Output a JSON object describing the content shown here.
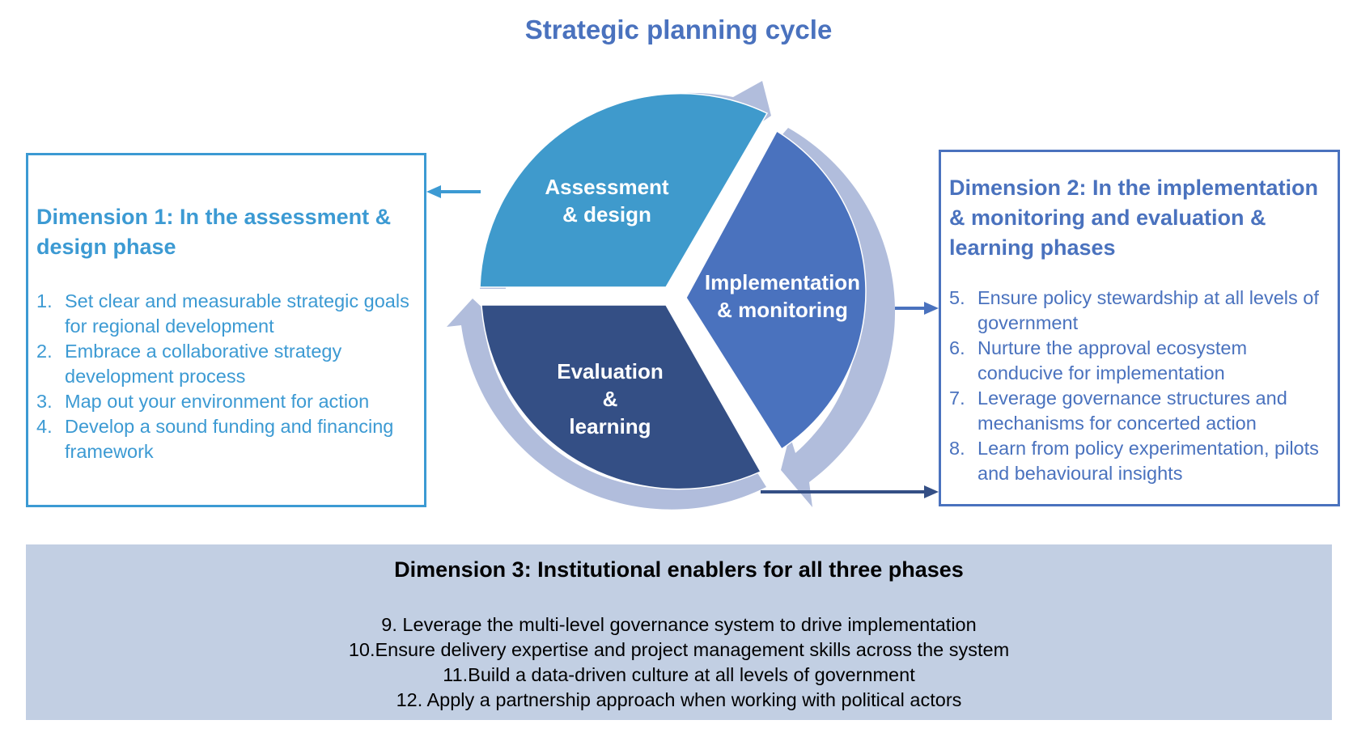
{
  "title": "Strategic planning cycle",
  "colors": {
    "title": "#4A72BE",
    "assessment": "#3F9ACC",
    "implementation": "#4A72BE",
    "evaluation": "#344F85",
    "ring": "#B1BDDC",
    "dimension1": "#3C9AD3",
    "dimension2": "#4A72BE",
    "dimension3_bg": "#C2CFE3"
  },
  "cycle": {
    "segments": [
      {
        "id": "assessment",
        "lines": [
          "Assessment",
          "& design"
        ]
      },
      {
        "id": "implementation",
        "lines": [
          "Implementation",
          "& monitoring"
        ]
      },
      {
        "id": "evaluation",
        "lines": [
          "Evaluation",
          "&",
          "learning"
        ]
      }
    ]
  },
  "dimension1": {
    "heading": "Dimension 1: In the assessment & design phase",
    "items": [
      {
        "num": "1.",
        "text": "Set clear and measurable strategic goals for regional development"
      },
      {
        "num": "2.",
        "text": "Embrace a collaborative strategy development process"
      },
      {
        "num": "3.",
        "text": "Map out your environment for action"
      },
      {
        "num": "4.",
        "text": "Develop a sound funding and financing framework"
      }
    ]
  },
  "dimension2": {
    "heading": "Dimension 2: In the implementation & monitoring and evaluation & learning phases",
    "items": [
      {
        "num": "5.",
        "text": "Ensure policy stewardship at all levels of government"
      },
      {
        "num": "6.",
        "text": "Nurture the approval ecosystem conducive for implementation"
      },
      {
        "num": "7.",
        "text": "Leverage governance structures and mechanisms for concerted action"
      },
      {
        "num": "8.",
        "text": "Learn from policy experimentation, pilots and behavioural insights"
      }
    ]
  },
  "dimension3": {
    "heading": "Dimension 3: Institutional enablers for all three phases",
    "items": [
      "9.  Leverage the multi-level governance system to drive implementation",
      "10.Ensure delivery expertise and project management skills across the system",
      "11.Build a data-driven culture at all levels of government",
      "12. Apply a partnership approach when working with political actors"
    ]
  }
}
